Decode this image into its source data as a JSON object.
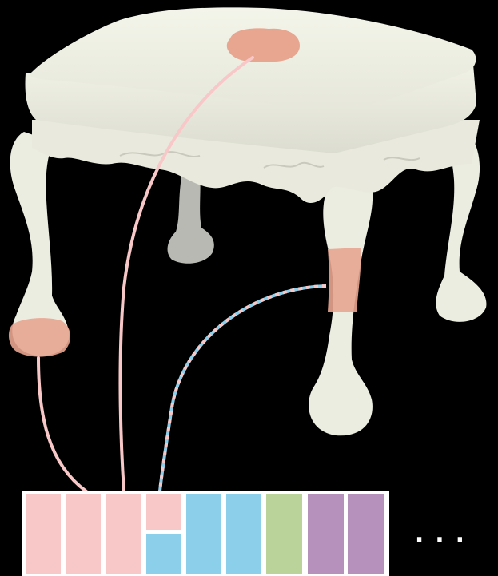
{
  "colors": {
    "background": "#000000",
    "furniture": "#eeefe3",
    "furniture_shadow": "#d8d9cc",
    "hidden_leg": "#b9b9b4",
    "highlight_region": "#e8a590",
    "pink": "#f8c8c8",
    "blue": "#8ccfea",
    "green": "#b9d39a",
    "purple": "#b691bb",
    "frame": "#ffffff"
  },
  "objects": {
    "furniture": "footstool",
    "icon": "footstool-icon"
  },
  "strip": {
    "cells": [
      {
        "type": "single",
        "color": "pink"
      },
      {
        "type": "single",
        "color": "pink"
      },
      {
        "type": "single",
        "color": "pink"
      },
      {
        "type": "split",
        "top": "pink",
        "bottom": "blue"
      },
      {
        "type": "single",
        "color": "blue"
      },
      {
        "type": "single",
        "color": "blue"
      },
      {
        "type": "single",
        "color": "green"
      },
      {
        "type": "single",
        "color": "purple"
      },
      {
        "type": "single",
        "color": "purple"
      }
    ],
    "continuation": "..."
  },
  "connectors": [
    {
      "from": "seat-top-patch",
      "to_cell": 2,
      "style": "pink"
    },
    {
      "from": "front-left-foot-patch",
      "to_cell": 1,
      "style": "pink"
    },
    {
      "from": "front-right-leg-patch",
      "to_cell": 3,
      "style": "pink-blue-dashed"
    }
  ]
}
